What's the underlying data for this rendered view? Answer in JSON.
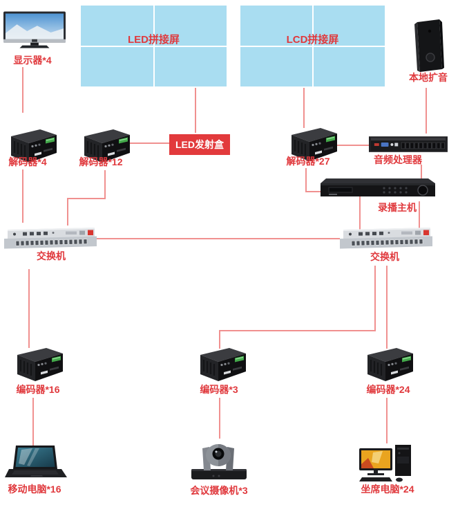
{
  "nodes": {
    "display": {
      "label": "显示器*4"
    },
    "led_wall": {
      "label": "LED拼接屏"
    },
    "lcd_wall": {
      "label": "LCD拼接屏"
    },
    "local_speaker": {
      "label": "本地扩音"
    },
    "decoder_4": {
      "label": "解码器*4"
    },
    "decoder_12": {
      "label": "解码器*12"
    },
    "led_transmitter": {
      "label": "LED发射盒"
    },
    "decoder_27": {
      "label": "解码器*27"
    },
    "audio_processor": {
      "label": "音频处理器"
    },
    "recording_host": {
      "label": "录播主机"
    },
    "switch_left": {
      "label": "交换机"
    },
    "switch_right": {
      "label": "交换机"
    },
    "encoder_16": {
      "label": "编码器*16"
    },
    "encoder_3": {
      "label": "编码器*3"
    },
    "encoder_24": {
      "label": "编码器*24"
    },
    "mobile_computer": {
      "label": "移动电脑*16"
    },
    "conference_camera": {
      "label": "会议摄像机*3"
    },
    "seat_computer": {
      "label": "坐席电脑*24"
    }
  },
  "colors": {
    "label_red": "#e0393d",
    "line_red": "#f0908f",
    "panel_cyan": "#a9ddf1",
    "led_box_red": "#e23a3c",
    "background": "#ffffff"
  },
  "connections": [
    {
      "from": "display",
      "to": "decoder_4"
    },
    {
      "from": "decoder_4",
      "to": "switch_left"
    },
    {
      "from": "decoder_12",
      "to": "switch_left"
    },
    {
      "from": "decoder_12",
      "to": "led_transmitter"
    },
    {
      "from": "led_wall",
      "to": "led_transmitter"
    },
    {
      "from": "lcd_wall",
      "to": "decoder_27"
    },
    {
      "from": "decoder_27",
      "to": "audio_processor"
    },
    {
      "from": "decoder_27",
      "to": "switch_right"
    },
    {
      "from": "local_speaker",
      "to": "audio_processor"
    },
    {
      "from": "audio_processor",
      "to": "recording_host"
    },
    {
      "from": "recording_host",
      "to": "switch_right"
    },
    {
      "from": "switch_left",
      "to": "switch_right"
    },
    {
      "from": "switch_left",
      "to": "encoder_16"
    },
    {
      "from": "switch_right",
      "to": "encoder_3"
    },
    {
      "from": "switch_right",
      "to": "encoder_24"
    },
    {
      "from": "encoder_16",
      "to": "mobile_computer"
    },
    {
      "from": "encoder_3",
      "to": "conference_camera"
    },
    {
      "from": "encoder_24",
      "to": "seat_computer"
    }
  ]
}
